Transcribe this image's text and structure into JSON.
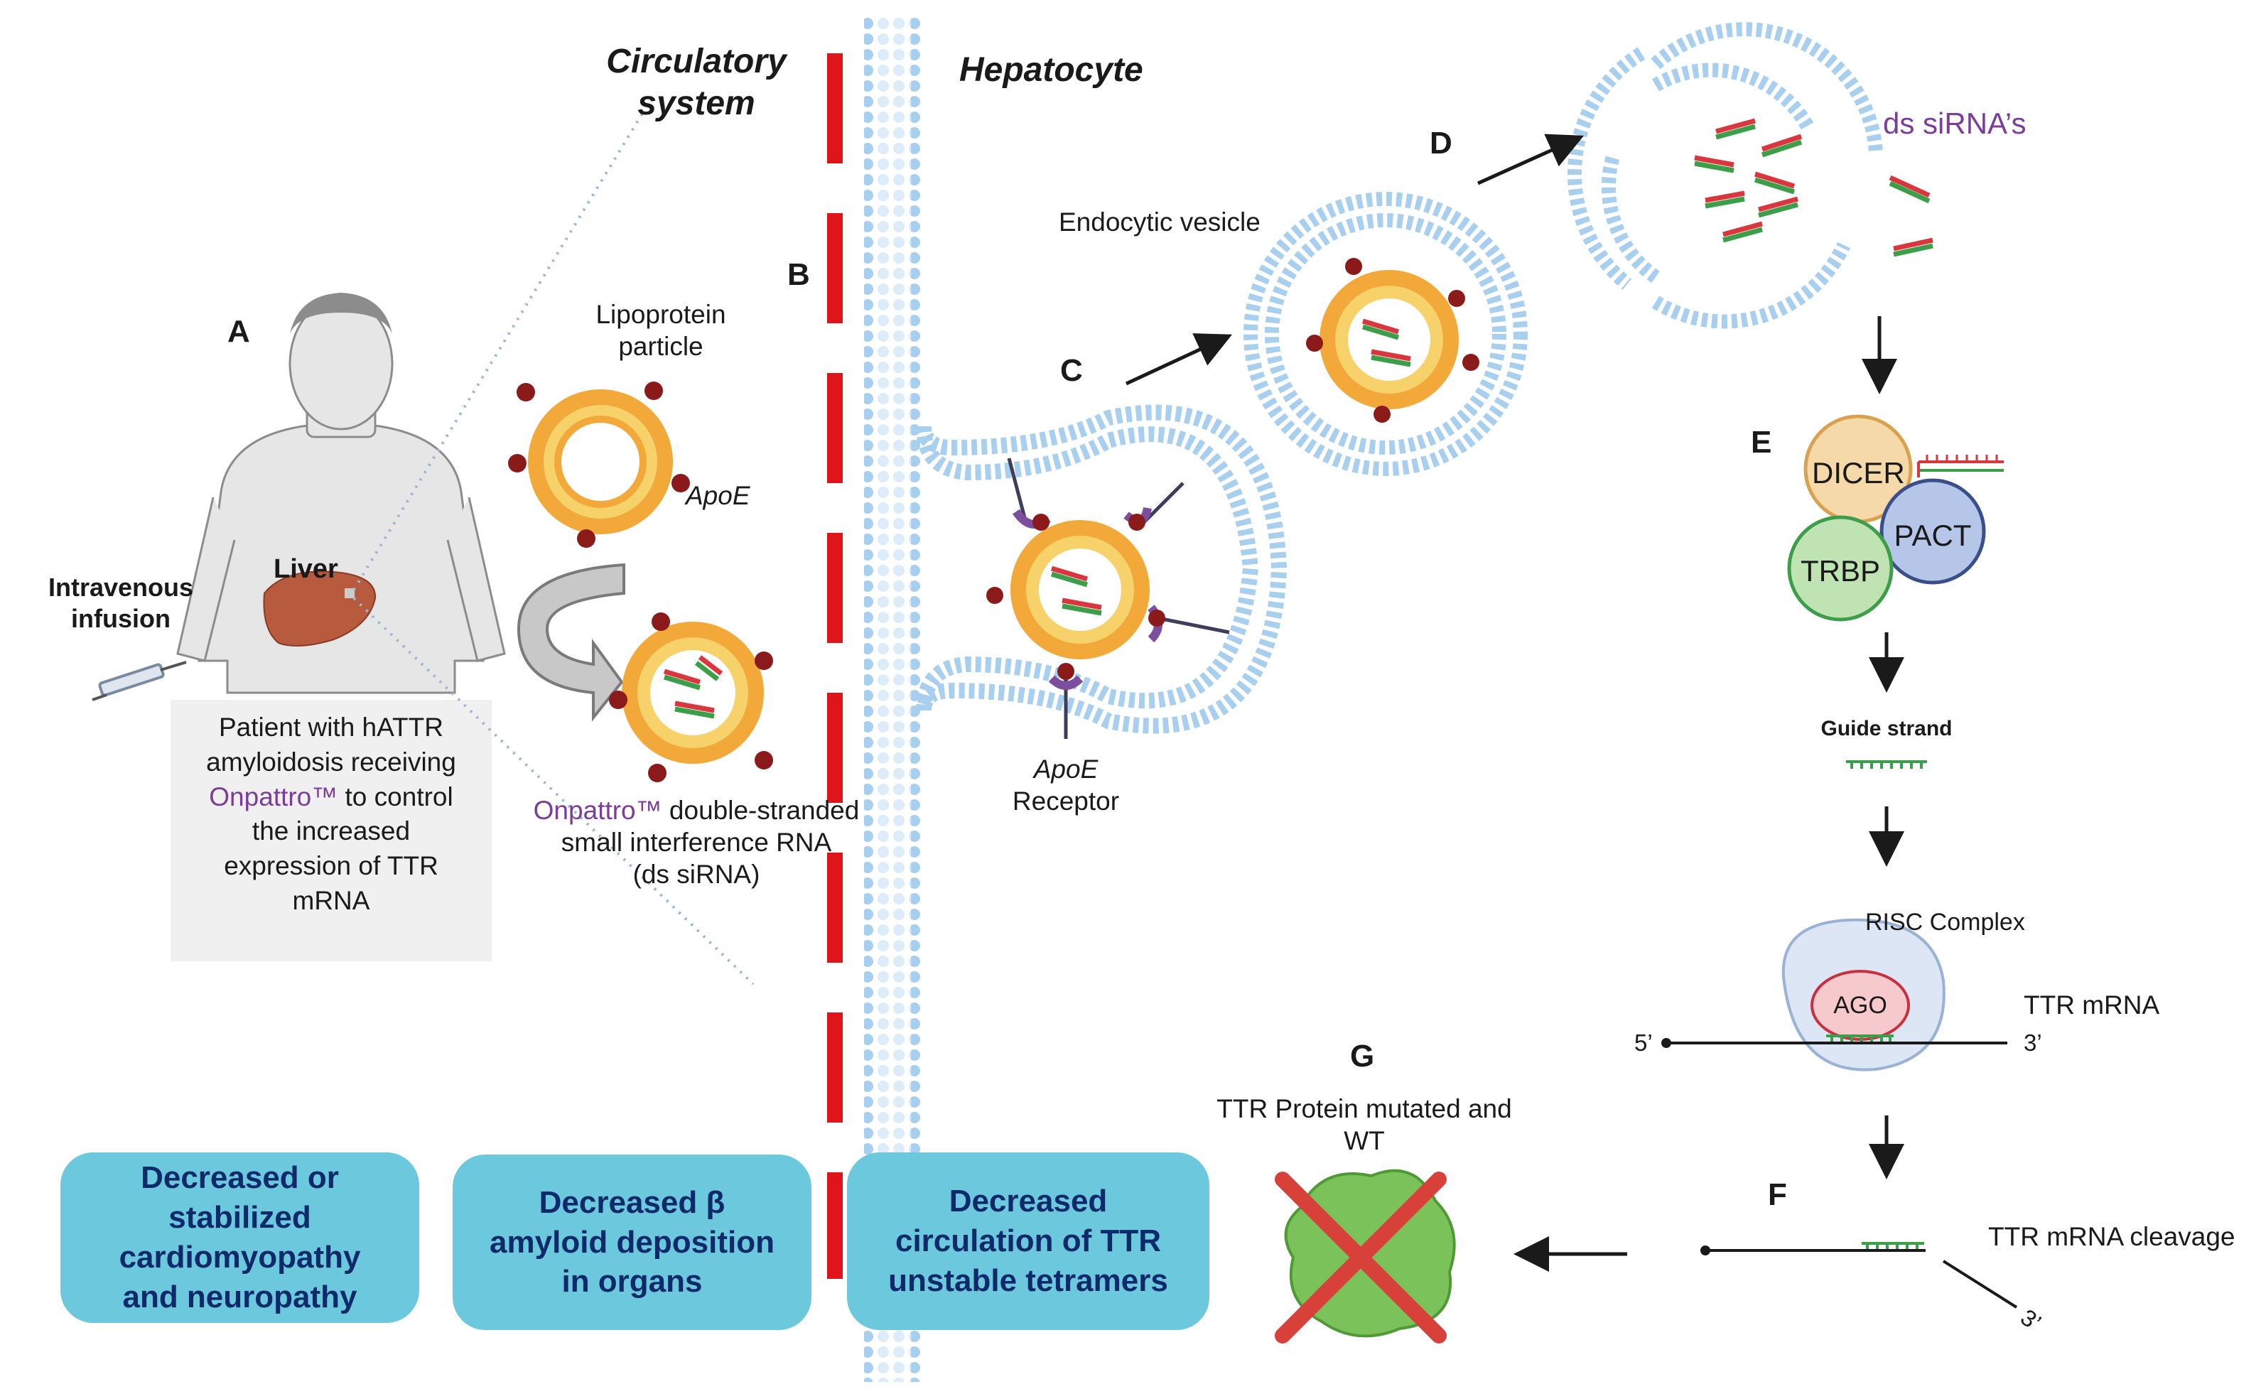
{
  "labels": {
    "panel_a": "A",
    "panel_b": "B",
    "panel_c": "C",
    "panel_d": "D",
    "panel_e": "E",
    "panel_f": "F",
    "panel_g": "G"
  },
  "headers": {
    "circulatory_line1": "Circulatory",
    "circulatory_line2": "system",
    "hepatocyte": "Hepatocyte"
  },
  "patient": {
    "liver": "Liver",
    "infusion_line1": "Intravenous",
    "infusion_line2": "infusion",
    "caption_line1": "Patient with hATTR",
    "caption_line2": "amyloidosis receiving",
    "drug": "Onpattro™",
    "caption_line3_rest": " to control",
    "caption_line4": "the increased",
    "caption_line5": "expression of TTR",
    "caption_line6": "mRNA"
  },
  "lipoprotein": {
    "label_line1": "Lipoprotein",
    "label_line2": "particle",
    "apoe": "ApoE"
  },
  "sirna": {
    "drug": "Onpattro™",
    "line1_rest": " double-stranded",
    "line2": "small interference RNA",
    "line3": "(ds siRNA)"
  },
  "receptor": {
    "line1": "ApoE",
    "line2": "Receptor"
  },
  "vesicle": {
    "label": "Endocytic vesicle"
  },
  "release": {
    "label": "ds siRNA’s"
  },
  "proteins": {
    "dicer": "DICER",
    "pact": "PACT",
    "trbp": "TRBP"
  },
  "guide": {
    "label": "Guide strand"
  },
  "risc": {
    "label": "RISC Complex",
    "ago": "AGO",
    "mrna": "TTR mRNA",
    "five_prime": "5’",
    "three_prime": "3’"
  },
  "cleavage": {
    "label": "TTR mRNA cleavage",
    "three_prime": "3’"
  },
  "ttr_protein": {
    "line1": "TTR Protein mutated and",
    "line2": "WT"
  },
  "outcomes": [
    {
      "lines": [
        "Decreased or",
        "stabilized",
        "cardiomyopathy",
        "and neuropathy"
      ]
    },
    {
      "lines": [
        "Decreased β",
        "amyloid deposition",
        "in organs"
      ]
    },
    {
      "lines": [
        "Decreased",
        "circulation of TTR",
        "unstable tetramers"
      ]
    }
  ],
  "colors": {
    "outcome_box": "#6cc8dc",
    "outcome_text": "#0f2a6b",
    "membrane": "#a9cfee",
    "particle_shell": "#f2a93a",
    "apoe_dot": "#8b1a1a",
    "receptor": "#7b4f9e",
    "dicer": "#f6d9a8",
    "pact": "#b6c6e8",
    "trbp": "#bfe3b2",
    "ago": "#f6c9cc",
    "risc": "#dce6f5",
    "dashed_boundary": "#e0141b",
    "cross": "#d8403a",
    "protein_blob": "#7cc25a"
  }
}
